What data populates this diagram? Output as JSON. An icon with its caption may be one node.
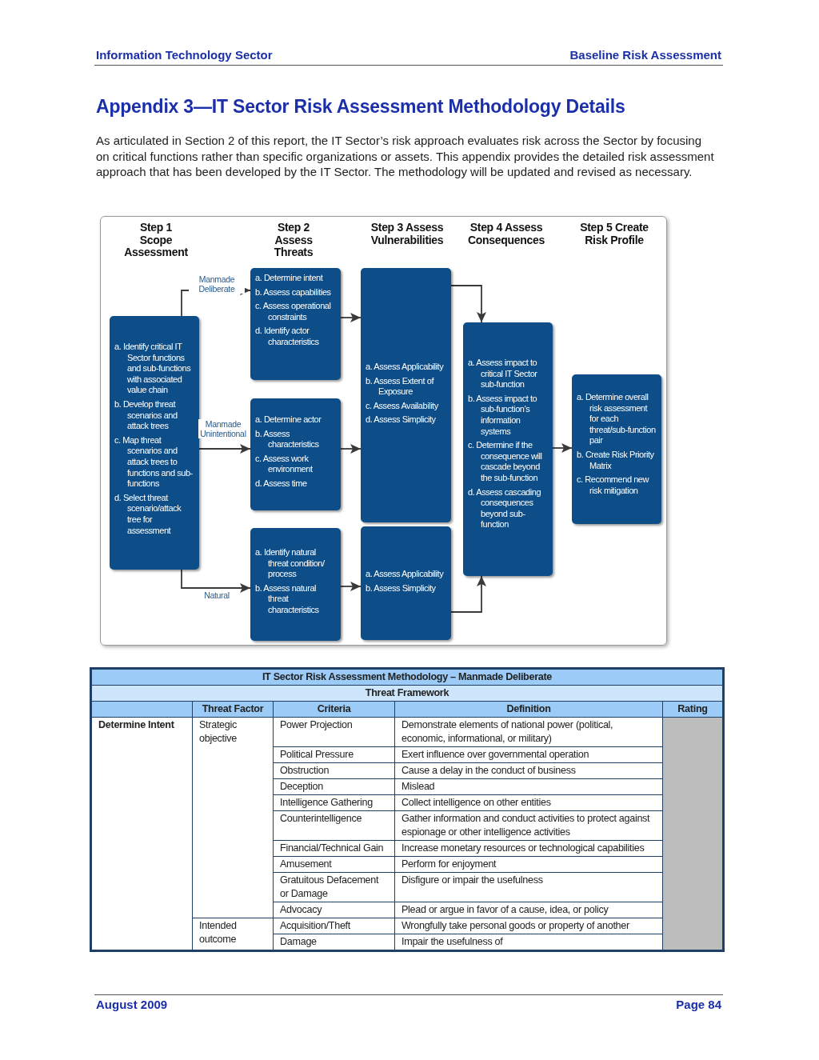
{
  "diagram": {
    "title": "Appendix 3—IT Sector Risk Assessment Methodology Details",
    "nodes": [
      {
        "text": [
          "a. Identify critical IT Sector functions and sub-functions with associated value chain",
          "b. Develop threat scenarios and attack trees",
          "c. Map threat scenarios and attack trees to functions and sub-functions",
          "d. Select threat scenario/attack tree for assessment"
        ]
      },
      {
        "text": [
          "a. Determine intent",
          "b. Assess capabilities",
          "c. Assess operational constraints",
          "d. Identify actor characteristics"
        ]
      },
      {
        "text": [
          "a. Determine actor",
          "b. Assess characteristics",
          "c. Assess work environment",
          "d. Assess time"
        ]
      },
      {
        "text": [
          "a. Identify natural threat condition/ process",
          "b. Assess natural threat characteristics"
        ]
      },
      {
        "text": [
          "a. Assess Applicability",
          "b. Assess Extent of Exposure",
          "c. Assess Availability",
          "d. Assess Simplicity"
        ]
      },
      {
        "text": [
          "a. Assess Applicability",
          "b. Assess Simplicity"
        ]
      },
      {
        "text": [
          "a. Assess impact to critical IT Sector sub-function",
          "b. Assess impact to sub-function’s information systems",
          "c. Determine if the consequence will cascade beyond the sub-function",
          "d. Assess cascading consequences beyond sub-function"
        ]
      },
      {
        "text": [
          "a. Determine overall risk assessment for each threat/sub-function pair",
          "b. Create Risk Priority Matrix",
          "c. Recommend new risk mitigation"
        ]
      }
    ],
    "edges": [
      {
        "from": 0,
        "to": 1,
        "arrow": "to",
        "label": "Manmade Deliberate"
      },
      {
        "from": 0,
        "to": 2,
        "arrow": "to",
        "label": "Manmade Unintentional"
      },
      {
        "from": 0,
        "to": 3,
        "arrow": "to",
        "label": "Natural"
      },
      {
        "from": 1,
        "to": 4,
        "arrow": "to"
      },
      {
        "from": 2,
        "to": 4,
        "arrow": "to"
      },
      {
        "from": 3,
        "to": 5,
        "arrow": "to"
      },
      {
        "from": 4,
        "to": 6,
        "arrow": "to"
      },
      {
        "from": 5,
        "to": 6,
        "arrow": "to"
      },
      {
        "from": 6,
        "to": 7,
        "arrow": "to"
      }
    ],
    "labels": [
      "Information Technology Sector",
      "Baseline Risk Assessment",
      "As articulated in Section 2 of this report, the IT Sector’s risk approach evaluates risk across the Sector by focusing on critical functions rather than specific organizations or assets.  This appendix provides the detailed risk assessment approach that has been developed by the IT Sector.  The methodology will be updated and revised as necessary.",
      "Step 1 Scope Assessment",
      "Step 2 Assess Threats",
      "Step 3 Assess Vulnerabilities",
      "Step 4 Assess Consequences",
      "Step 5 Create Risk Profile",
      "IT Sector Risk Assessment Methodology – Manmade Deliberate",
      "Threat Framework",
      "Threat Factor",
      "Criteria",
      "Definition",
      "Rating",
      "Determine Intent",
      "Strategic objective",
      "Power Projection",
      "Demonstrate elements of national power (political, economic, informational, or military)",
      "Political Pressure",
      "Exert influence over governmental operation",
      "Obstruction",
      "Cause a delay in the conduct of business",
      "Deception",
      "Mislead",
      "Intelligence Gathering",
      "Collect intelligence on other entities",
      "Counterintelligence",
      "Gather information and conduct activities to protect against espionage or other intelligence activities",
      "Financial/Technical Gain",
      "Increase monetary resources or technological capabilities",
      "Amusement",
      "Perform for enjoyment",
      "Gratuitous Defacement or Damage",
      "Disfigure or impair the usefulness",
      "Advocacy",
      "Plead or argue in favor of a cause, idea, or policy",
      "Intended outcome",
      "Acquisition/Theft",
      "Wrongfully take personal goods or property of another",
      "Damage",
      "Impair the usefulness of",
      "August 2009",
      "Page 84"
    ]
  }
}
